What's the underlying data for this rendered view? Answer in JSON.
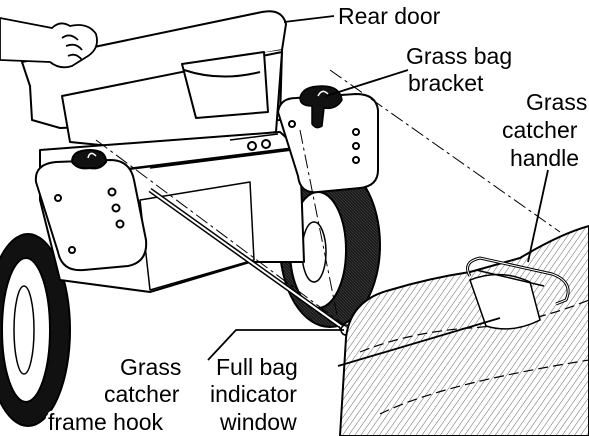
{
  "labels": {
    "rear_door": "Rear door",
    "grass_bag_bracket_line1": "Grass bag",
    "grass_bag_bracket_line2": "bracket",
    "grass_catcher_handle_line1": "Grass",
    "grass_catcher_handle_line2": "catcher",
    "grass_catcher_handle_line3": "handle",
    "grass_catcher_frame_hook_line1": "Grass",
    "grass_catcher_frame_hook_line2": "catcher",
    "grass_catcher_frame_hook_line3": "frame hook",
    "full_bag_indicator_window_line1": "Full bag",
    "full_bag_indicator_window_line2": "indicator",
    "full_bag_indicator_window_line3": "window"
  },
  "colors": {
    "line": "#000000",
    "background": "#ffffff"
  }
}
